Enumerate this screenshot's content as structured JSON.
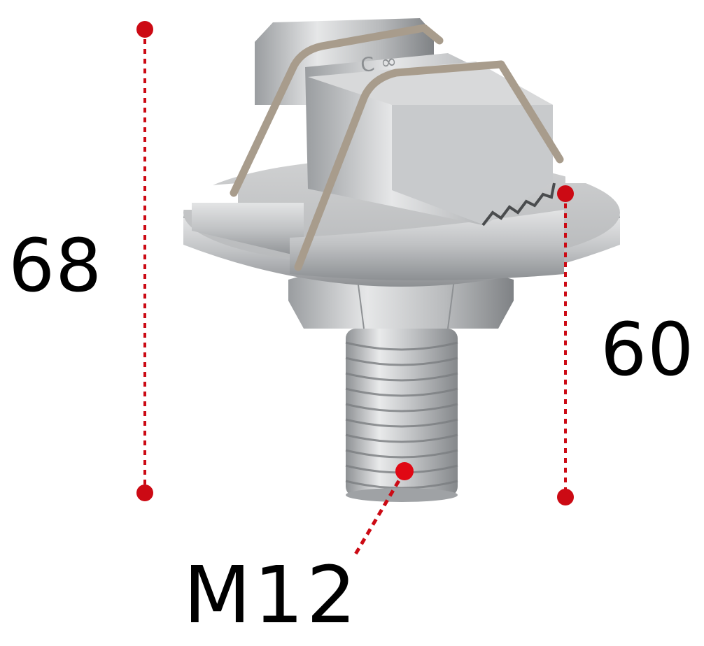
{
  "figure": {
    "subject": "Hammer-head bolt clamp with serrated jaw, spring wire clip, round washer plate, hex collar and threaded stud",
    "background": "#ffffff"
  },
  "dimensions": {
    "overall_height": {
      "label": "68",
      "line_color": "#cc0a14"
    },
    "jaw_to_stud_height": {
      "label": "60",
      "line_color": "#cc0a14"
    },
    "thread": {
      "label": "M12",
      "line_color": "#cc0a14"
    }
  },
  "colors": {
    "dimension_red": "#cc0a14",
    "metal_light": "#d9dadb",
    "metal_mid": "#b4b6b8",
    "metal_dark": "#7d8083",
    "wire_clip": "#a89c8c",
    "text": "#000000"
  },
  "markings": {
    "part_stamp": "C ∞"
  }
}
